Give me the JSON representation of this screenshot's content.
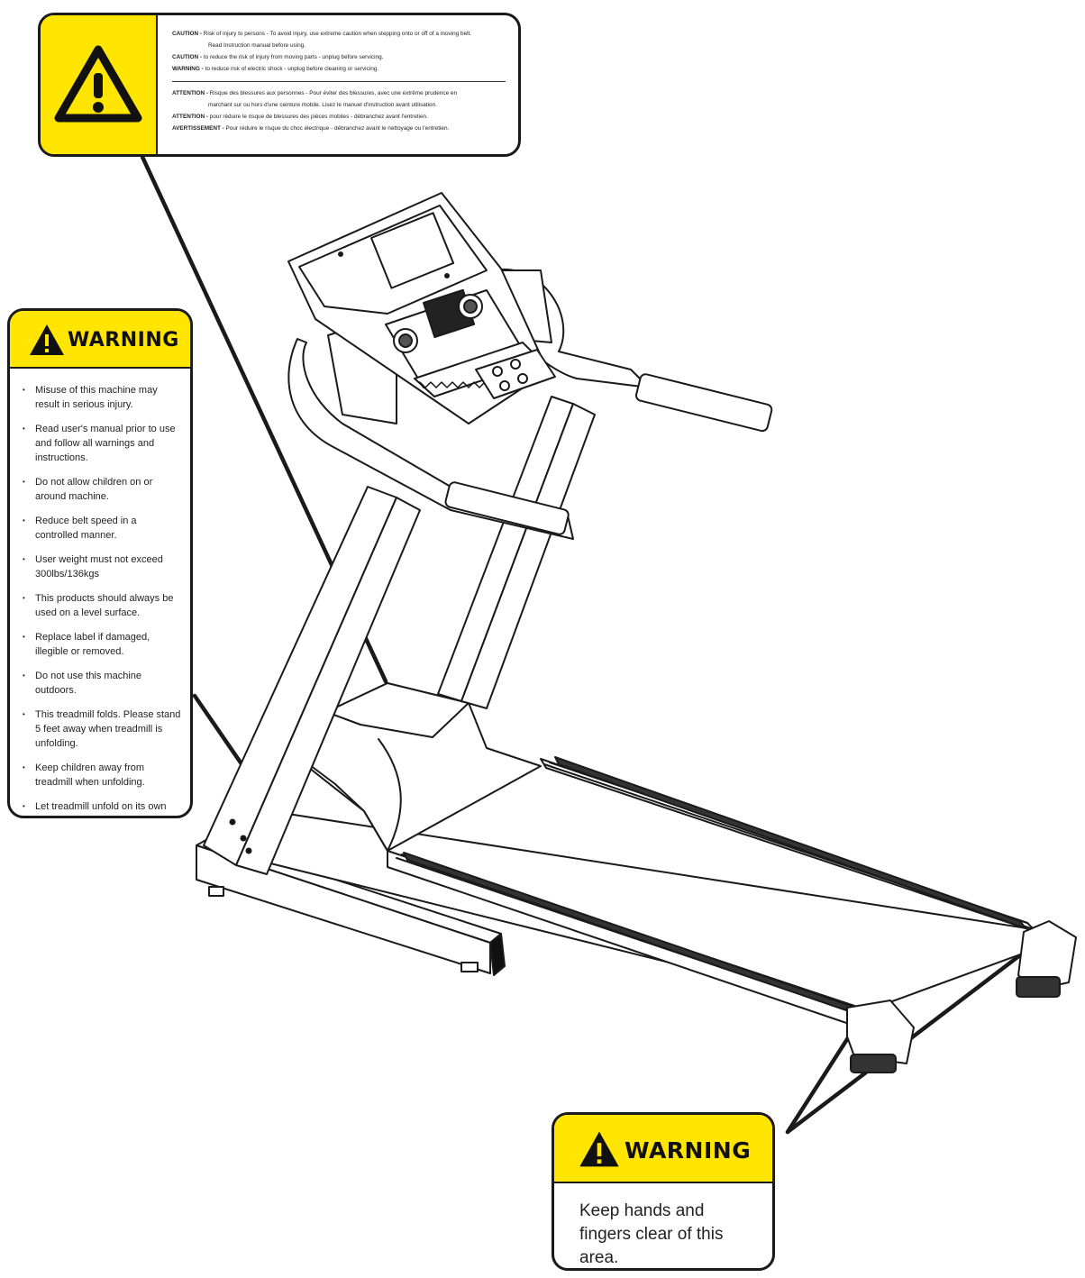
{
  "top_label": {
    "lines": [
      {
        "lead": "CAUTION -",
        "text": " Risk of injury to persons - To avoid injury, use extreme caution when stepping onto or off of a moving belt."
      },
      {
        "lead": "",
        "text": "Read Instruction manual before using.",
        "indent": true
      },
      {
        "lead": "CAUTION -",
        "text": " to reduce the risk of injury from moving parts - unplug before servicing."
      },
      {
        "lead": "WARNING -",
        "text": " to reduce risk of electric shock - unplug before cleaning or servicing."
      }
    ],
    "lines_fr": [
      {
        "lead": "ATTENTION -",
        "text": " Risque des blessures aux personnes - Pour éviter des blessures, avec une extrême prudence en"
      },
      {
        "lead": "",
        "text": "marchant sur ou hors d'une ceinture mobile. Lisez le manuel d'instruction avant utilisation.",
        "indent": true
      },
      {
        "lead": "ATTENTION -",
        "text": " pour réduire le risque de blessures des pièces mobiles - débranchez avant l'entretien."
      },
      {
        "lead": "AVERTISSEMENT -",
        "text": " Pour réduire le risque du choc électrique - débranchez avant le nettoyage ou l'entretien."
      }
    ]
  },
  "left_label": {
    "heading": "WARNING",
    "items": [
      "Misuse of this machine may result in serious injury.",
      "Read user's manual prior to use and follow all warnings and instructions.",
      "Do not allow children on or around machine.",
      "Reduce belt speed in a controlled manner.",
      "User weight must not exceed 300lbs/136kgs",
      "This products should always be used on a level surface.",
      "Replace label if damaged, illegible or removed.",
      "Do not use this machine outdoors.",
      "This treadmill folds. Please stand 5 feet away when treadmill is unfolding.",
      "Keep children away from treadmill when unfolding.",
      "Let treadmill unfold on its own"
    ]
  },
  "bottom_label": {
    "heading": "WARNING",
    "message": "Keep hands and fingers clear of this area."
  },
  "colors": {
    "label_yellow": "#ffe500",
    "outline": "#1a1a1a"
  }
}
